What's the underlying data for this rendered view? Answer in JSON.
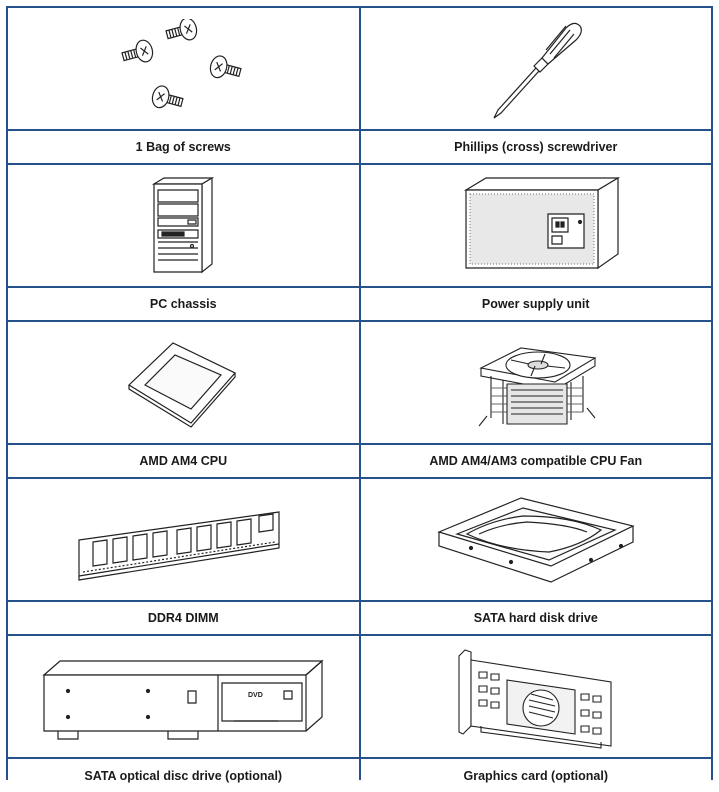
{
  "items": [
    {
      "label": "1 Bag of screws",
      "icon": "screws-icon"
    },
    {
      "label": "Phillips (cross) screwdriver",
      "icon": "screwdriver-icon"
    },
    {
      "label": "PC chassis",
      "icon": "pc-chassis-icon"
    },
    {
      "label": "Power supply unit",
      "icon": "power-supply-icon"
    },
    {
      "label": "AMD AM4 CPU",
      "icon": "cpu-icon"
    },
    {
      "label": "AMD AM4/AM3 compatible CPU Fan",
      "icon": "cpu-fan-icon"
    },
    {
      "label": "DDR4 DIMM",
      "icon": "dimm-icon"
    },
    {
      "label": "SATA hard disk drive",
      "icon": "hard-disk-icon"
    },
    {
      "label": "SATA optical disc drive (optional)",
      "icon": "optical-drive-icon"
    },
    {
      "label": "Graphics card (optional)",
      "icon": "graphics-card-icon"
    }
  ],
  "optical_drive": {
    "logo": "DVD"
  },
  "colors": {
    "border": "#27518a"
  }
}
